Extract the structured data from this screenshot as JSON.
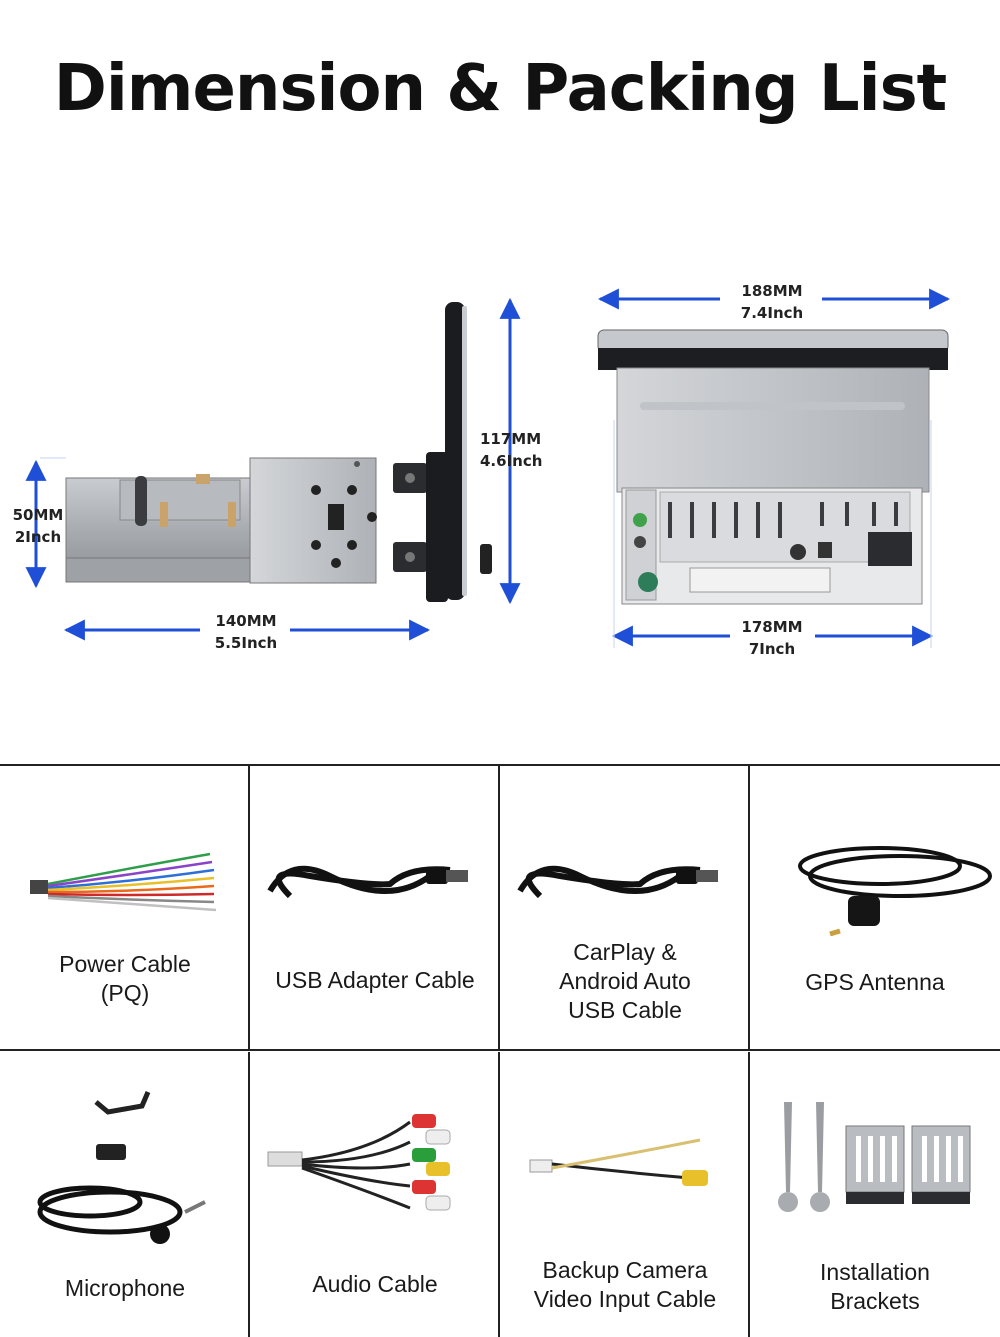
{
  "page": {
    "title": "Dimension & Packing List"
  },
  "dimensions": {
    "side_height": {
      "mm": "50MM",
      "inch": "2Inch"
    },
    "side_depth": {
      "mm": "140MM",
      "inch": "5.5Inch"
    },
    "screen_height": {
      "mm": "117MM",
      "inch": "4.6Inch"
    },
    "top_width": {
      "mm": "188MM",
      "inch": "7.4Inch"
    },
    "bottom_width": {
      "mm": "178MM",
      "inch": "7Inch"
    }
  },
  "accent_color": "#1f4fd6",
  "packing_list": [
    {
      "line1": "Power Cable",
      "line2": "(PQ)",
      "line3": ""
    },
    {
      "line1": "USB Adapter Cable",
      "line2": "",
      "line3": ""
    },
    {
      "line1": "CarPlay &",
      "line2": "Android Auto",
      "line3": "USB Cable"
    },
    {
      "line1": "GPS Antenna",
      "line2": "",
      "line3": ""
    },
    {
      "line1": "Microphone",
      "line2": "",
      "line3": ""
    },
    {
      "line1": "Audio Cable",
      "line2": "",
      "line3": ""
    },
    {
      "line1": "Backup Camera",
      "line2": "Video Input Cable",
      "line3": ""
    },
    {
      "line1": "Installation",
      "line2": "Brackets",
      "line3": ""
    }
  ]
}
